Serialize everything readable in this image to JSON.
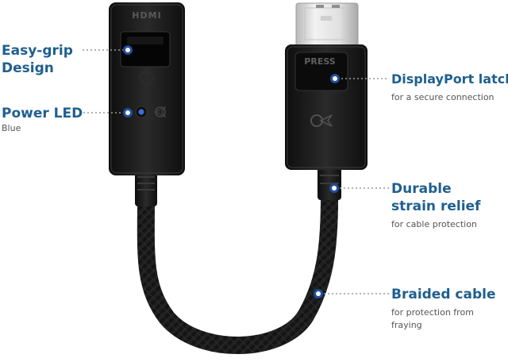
{
  "labels": {
    "easy_grip": {
      "title_line1": "Easy-grip",
      "title_line2": "Design"
    },
    "power_led": {
      "title": "Power LED",
      "subtitle": "Blue"
    },
    "dp_latch": {
      "title": "DisplayPort latch",
      "subtitle": "for a secure connection"
    },
    "strain_relief": {
      "title_line1": "Durable",
      "title_line2": "strain relief",
      "subtitle": "for cable protection"
    },
    "braided_cable": {
      "title": "Braided cable",
      "subtitle_line1": "for protection from",
      "subtitle_line2": "fraying"
    }
  },
  "product": {
    "hdmi_text": "HDMI",
    "latch_text": "PRESS"
  },
  "colors": {
    "accent": "#1f5f8f",
    "led": "#3b6fd8",
    "body": "#1c1c1c"
  }
}
